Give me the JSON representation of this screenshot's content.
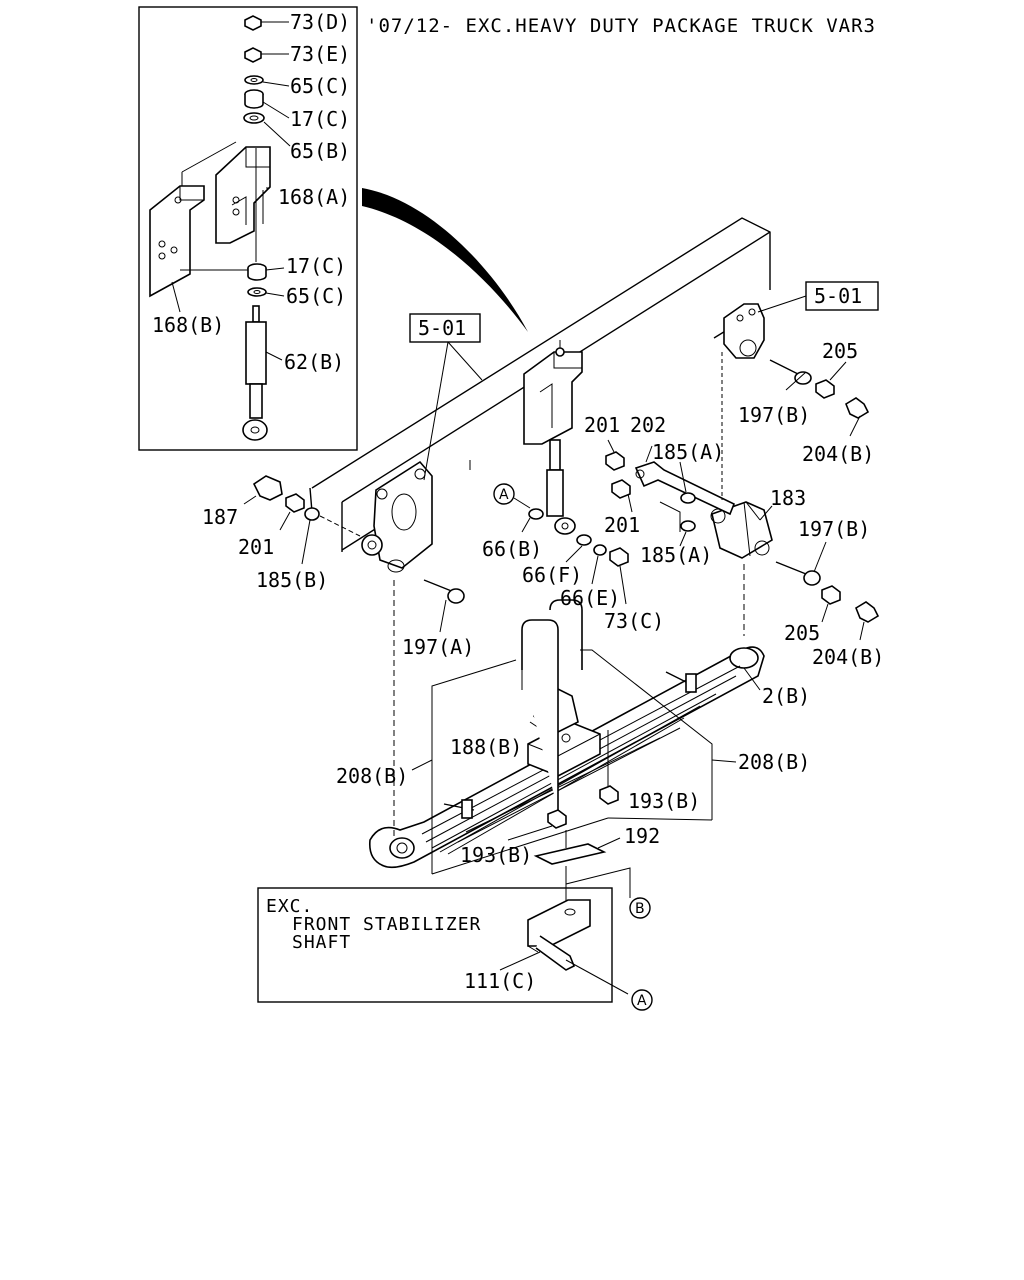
{
  "header": "'07/12- EXC.HEAVY DUTY PACKAGE TRUCK VAR3",
  "inset_labels": {
    "l73d": "73(D)",
    "l73e": "73(E)",
    "l65c1": "65(C)",
    "l17c1": "17(C)",
    "l65b": "65(B)",
    "l168a": "168(A)",
    "l17c2": "17(C)",
    "l65c2": "65(C)",
    "l168b": "168(B)",
    "l62b": "62(B)"
  },
  "main_labels": {
    "ref501_left": "5-01",
    "ref501_right": "5-01",
    "l205_top": "205",
    "l197b_top": "197(B)",
    "l204b_top": "204(B)",
    "l201_a": "201",
    "l202": "202",
    "l185a_top": "185(A)",
    "l183": "183",
    "l197b_mid": "197(B)",
    "l187": "187",
    "l201_left": "201",
    "l185b": "185(B)",
    "l66b": "66(B)",
    "l201_b": "201",
    "l185a_mid": "185(A)",
    "l66f": "66(F)",
    "l66e": "66(E)",
    "l73c": "73(C)",
    "l205_bot": "205",
    "l204b_bot": "204(B)",
    "l197a": "197(A)",
    "l2b": "2(B)",
    "l188b": "188(B)",
    "l208b_left": "208(B)",
    "l208b_right": "208(B)",
    "l193b_right": "193(B)",
    "l193b_left": "193(B)",
    "l192": "192",
    "l111c": "111(C)"
  },
  "callouts": {
    "a1": "A",
    "a2": "A",
    "b1": "B"
  },
  "note_box": {
    "line1": "EXC.",
    "line2": "FRONT STABILIZER",
    "line3": "SHAFT"
  }
}
